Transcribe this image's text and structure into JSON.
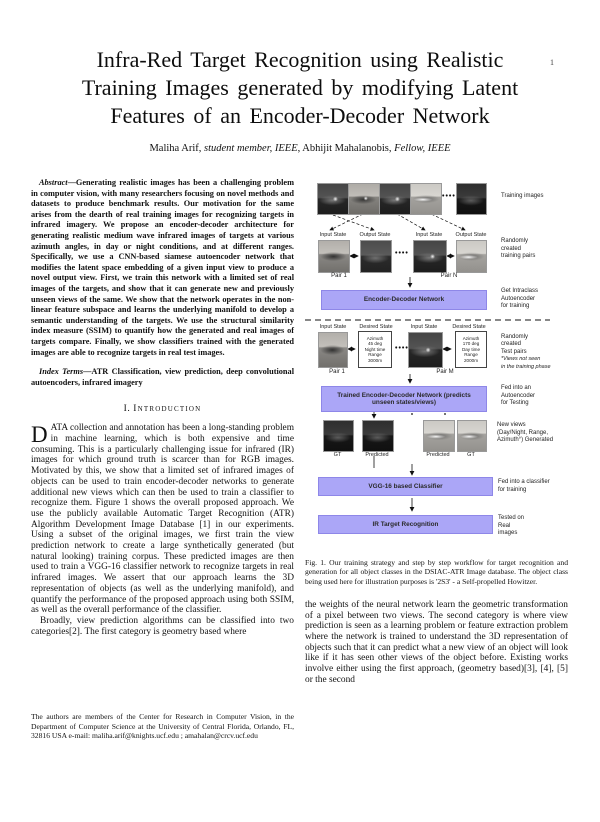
{
  "page": {
    "number": "1"
  },
  "title": {
    "line1": "Infra-Red Target Recognition using Realistic",
    "line2": "Training Images generated by modifying Latent",
    "line3": "Features of an Encoder-Decoder Network"
  },
  "authors": {
    "name1": "Maliha Arif, ",
    "role1": "student member, IEEE",
    "sep": ", ",
    "name2": "Abhijit Mahalanobis, ",
    "role2": "Fellow, IEEE"
  },
  "abstract": {
    "label": "Abstract",
    "text": "—Generating realistic images has been a challenging problem in computer vision, with many researchers focusing on novel methods and datasets to produce benchmark results. Our motivation for the same arises from the dearth of real training images for recognizing targets in infrared imagery. We propose an encoder-decoder architecture for generating realistic medium wave infrared images of targets at various azimuth angles, in day or night conditions, and at different ranges. Specifically, we use a CNN-based siamese autoencoder network that modifies the latent space embedding of a given input view to produce a novel output view. First, we train this network with a limited set of real images of the targets, and show that it can generate new and previously unseen views of the same. We show that the network operates in the non-linear feature subspace and learns the underlying manifold to develop a semantic understanding of the targets. We use the structural similarity index measure (SSIM) to quantify how the generated and real images of targets compare. Finally, we show classifiers trained with the generated images are able to recognize targets in real test images."
  },
  "index_terms": {
    "label": "Index Terms",
    "text": "—ATR Classification, view prediction, deep convolutional autoencoders, infrared imagery"
  },
  "sections": {
    "intro_number": "I. ",
    "intro_title": "Introduction"
  },
  "intro": {
    "dropcap": "D",
    "p1_rest": "ATA collection and annotation has been a long-standing problem in machine learning, which is both expensive and time consuming. This is a particularly challenging issue for infrared (IR) images for which ground truth is scarcer than for RGB images. Motivated by this, we show that a limited set of infrared images of objects can be used to train encoder-decoder networks to generate additional new views which can then be used to train a classifier to recognize them. Figure 1 shows the overall proposed approach. We use the publicly available Automatic Target Recognition (ATR) Algorithm Development Image Database [1] in our experiments. Using a subset of the original images, we first train the view prediction network to create a large synthetically generated (but natural looking) training corpus. These predicted images are then used to train a VGG-16 classifier network to recognize targets in real infrared images. We assert that our approach learns the 3D representation of objects (as well as the underlying manifold), and quantify the performance of the proposed approach using both SSIM, as well as the overall performance of the classifier.",
    "p2": "Broadly, view prediction algorithms can be classified into two categories[2]. The first category is geometry based where"
  },
  "footnote": {
    "text": "The authors are members of the Center for Research in Computer Vision, in the Department of Computer Science at the University of Central Florida, Orlando, FL, 32816 USA e-mail: maliha.arif@knights.ucf.edu ; amahalan@crcv.ucf.edu"
  },
  "figure": {
    "labels": {
      "training_images": "Training images",
      "input_state": "Input State",
      "output_state": "Output State",
      "desired_state": "Desired State",
      "pair_1": "Pair 1",
      "pair_n": "Pair N",
      "pair_m": "Pair M",
      "dots": "••••",
      "side_training_pairs": "Randomly\ncreated\ntraining pairs",
      "box_encoder": "Encoder-Decoder Network",
      "side_autoencoder_training": "Get Intraclass\nAutoencoder\nfor training",
      "desired1": "Azimuth\n45 deg\nNight time\nRange\n3000m",
      "desired2": "Azimuth\n170 deg\nDay time\nRange\n2000m",
      "side_test_pairs": "Randomly\ncreated\nTest pairs",
      "side_test_note": "*Views not seen\nin the training phase",
      "box_trained": "Trained Encoder-Decoder Network (predicts unseen states/views)",
      "side_testing": "Fed into an\nAutoencoder\nfor Testing",
      "gt": "GT",
      "predicted": "Predicted",
      "side_new_views": "New views\n(Day/Night, Range,\nAzimuth°) Generated",
      "box_vgg": "VGG-16 based Classifier",
      "side_classifier": "Fed into a classifier\nfor training",
      "box_recognition": "IR Target Recognition",
      "side_tested": "Tested on\nReal\nimages"
    },
    "caption": "Fig. 1.  Our training strategy and step by step workflow for target recognition and generation for all object classes in the DSIAC-ATR Image database. The object class being used here for illustration purposes is '2S3' - a Self-propelled Howitzer."
  },
  "right_column": {
    "p1": "the weights of the neural network learn the geometric transformation of a pixel between two views. The second category is where view prediction is seen as a learning problem or feature extraction problem where the network is trained to understand the 3D representation of objects such that it can predict what a new view of an object will look like if it has seen other views of the object before. Existing works involve either using the first approach, (geometry based)[3], [4], [5] or the second"
  },
  "colors": {
    "box_purple": "#aba6f7",
    "box_border": "#8e87e8"
  }
}
